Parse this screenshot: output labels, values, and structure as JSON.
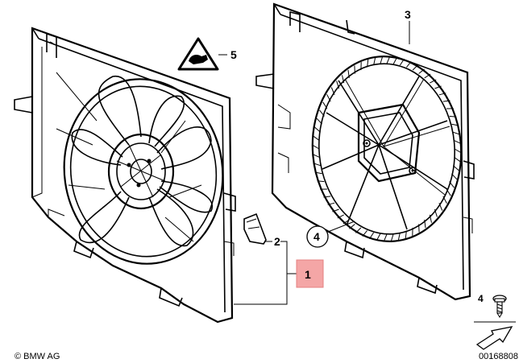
{
  "callouts": {
    "one": "1",
    "two": "2",
    "three": "3",
    "four_circle": "4",
    "five": "5",
    "four_small": "4"
  },
  "footer": {
    "copyright": "© BMW AG",
    "diagram_number": "00168808"
  },
  "colors": {
    "highlight_fill": "#f4a6a6",
    "highlight_stroke": "#e58080",
    "line": "#000000"
  },
  "icons": {
    "warning_triangle": "fan-warning-triangle-icon",
    "screw": "screw-icon",
    "arrow": "direction-arrow-icon"
  }
}
